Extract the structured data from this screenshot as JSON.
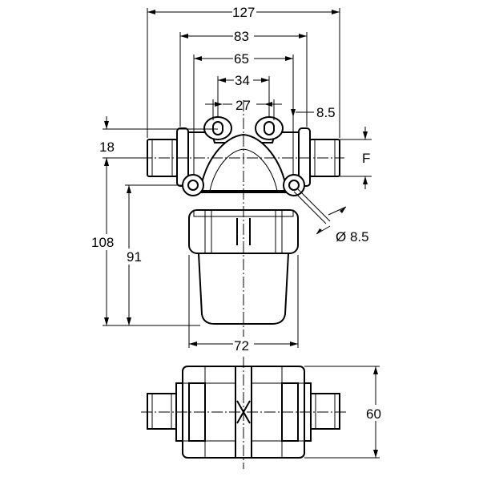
{
  "dimensions": {
    "overall_width": "127",
    "flange_width": "83",
    "bracket_width": "65",
    "hole_spacing_outer": "34",
    "hole_spacing_inner": "27",
    "slot_width": "8.5",
    "port_offset": "18",
    "port_label": "F",
    "mount_hole_dia": "Ø 8.5",
    "total_height": "108",
    "bowl_height": "91",
    "bowl_width": "72",
    "top_view_depth": "60"
  }
}
